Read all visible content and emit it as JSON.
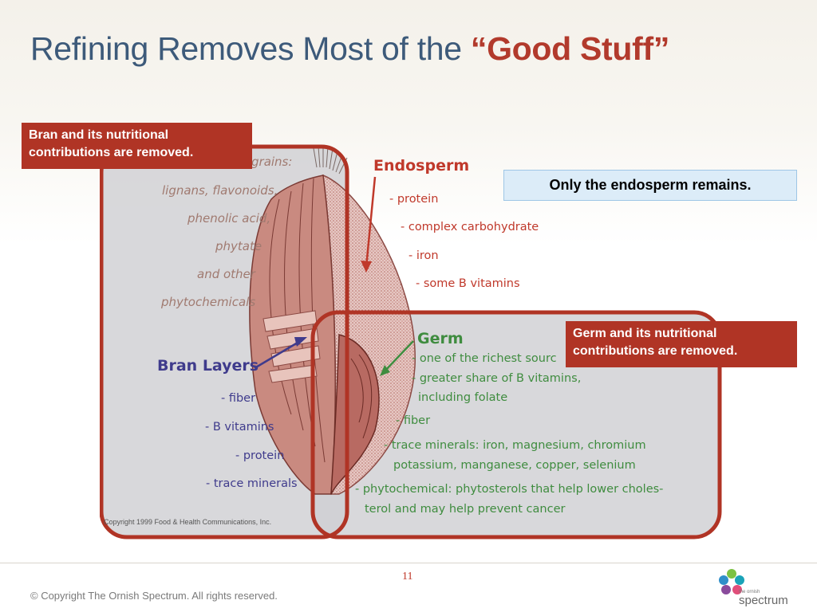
{
  "slide": {
    "title_prefix": "Refining Removes Most of the",
    "title_highlight": "“Good Stuff”",
    "page_number": "11"
  },
  "callouts": {
    "bran": "Bran and its nutritional contributions are removed.",
    "endosperm": "Only the endosperm remains.",
    "germ": "Germ and its nutritional contributions are removed."
  },
  "figure": {
    "phyto": [
      "grains:",
      "lignans, flavonoids,",
      "phenolic acid,",
      "phytate",
      "and other",
      "phytochemicals"
    ],
    "endosperm": {
      "heading": "Endosperm",
      "items": [
        "- protein",
        "- complex carbohydrate",
        "- iron",
        "- some B vitamins"
      ]
    },
    "bran": {
      "heading": "Bran Layers",
      "items": [
        "- fiber",
        "- B vitamins",
        "- protein",
        "- trace minerals"
      ]
    },
    "germ": {
      "heading": "Germ",
      "items": [
        "- one of the richest sourc",
        "- greater share of B vitamins,",
        "including folate",
        "- fiber",
        "- trace minerals: iron, magnesium, chromium",
        "potassium, manganese, copper, selenium",
        "- phytochemical: phytosterols that help lower choles-",
        "terol and may help prevent cancer"
      ]
    },
    "copyright": "Copyright 1999 Food & Health Communications, Inc."
  },
  "footer": {
    "copyright": "© Copyright The Ornish Spectrum. All rights reserved.",
    "logo_small": "the ornish",
    "logo_text": "spectrum"
  },
  "colors": {
    "title": "#3d5a7a",
    "highlight": "#b23a2c",
    "callout_bg": "#b03425",
    "frame_border": "#b03425",
    "endosperm_box": "#dcecf8"
  }
}
